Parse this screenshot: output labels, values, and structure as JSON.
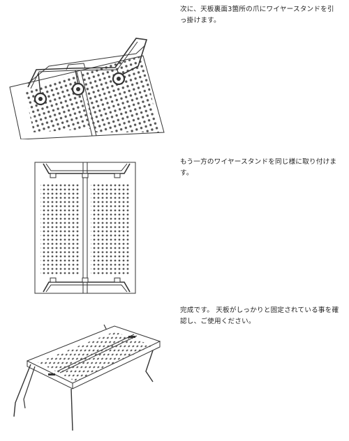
{
  "steps": [
    {
      "text": "次に、天板裏面3箇所の爪にワイヤースタンドを引\nっ掛けます。",
      "illustration": "hooking-wire-stand"
    },
    {
      "text": "もう一方のワイヤースタンドを同じ様に取り付けま\nす。",
      "illustration": "both-stands-attached-top-view"
    },
    {
      "text": "完成です。 天板がしっかりと固定されている事を確\n認し、ご使用ください。",
      "illustration": "assembled-table"
    }
  ],
  "colors": {
    "line": "#333333",
    "text": "#222222",
    "background": "#ffffff"
  }
}
